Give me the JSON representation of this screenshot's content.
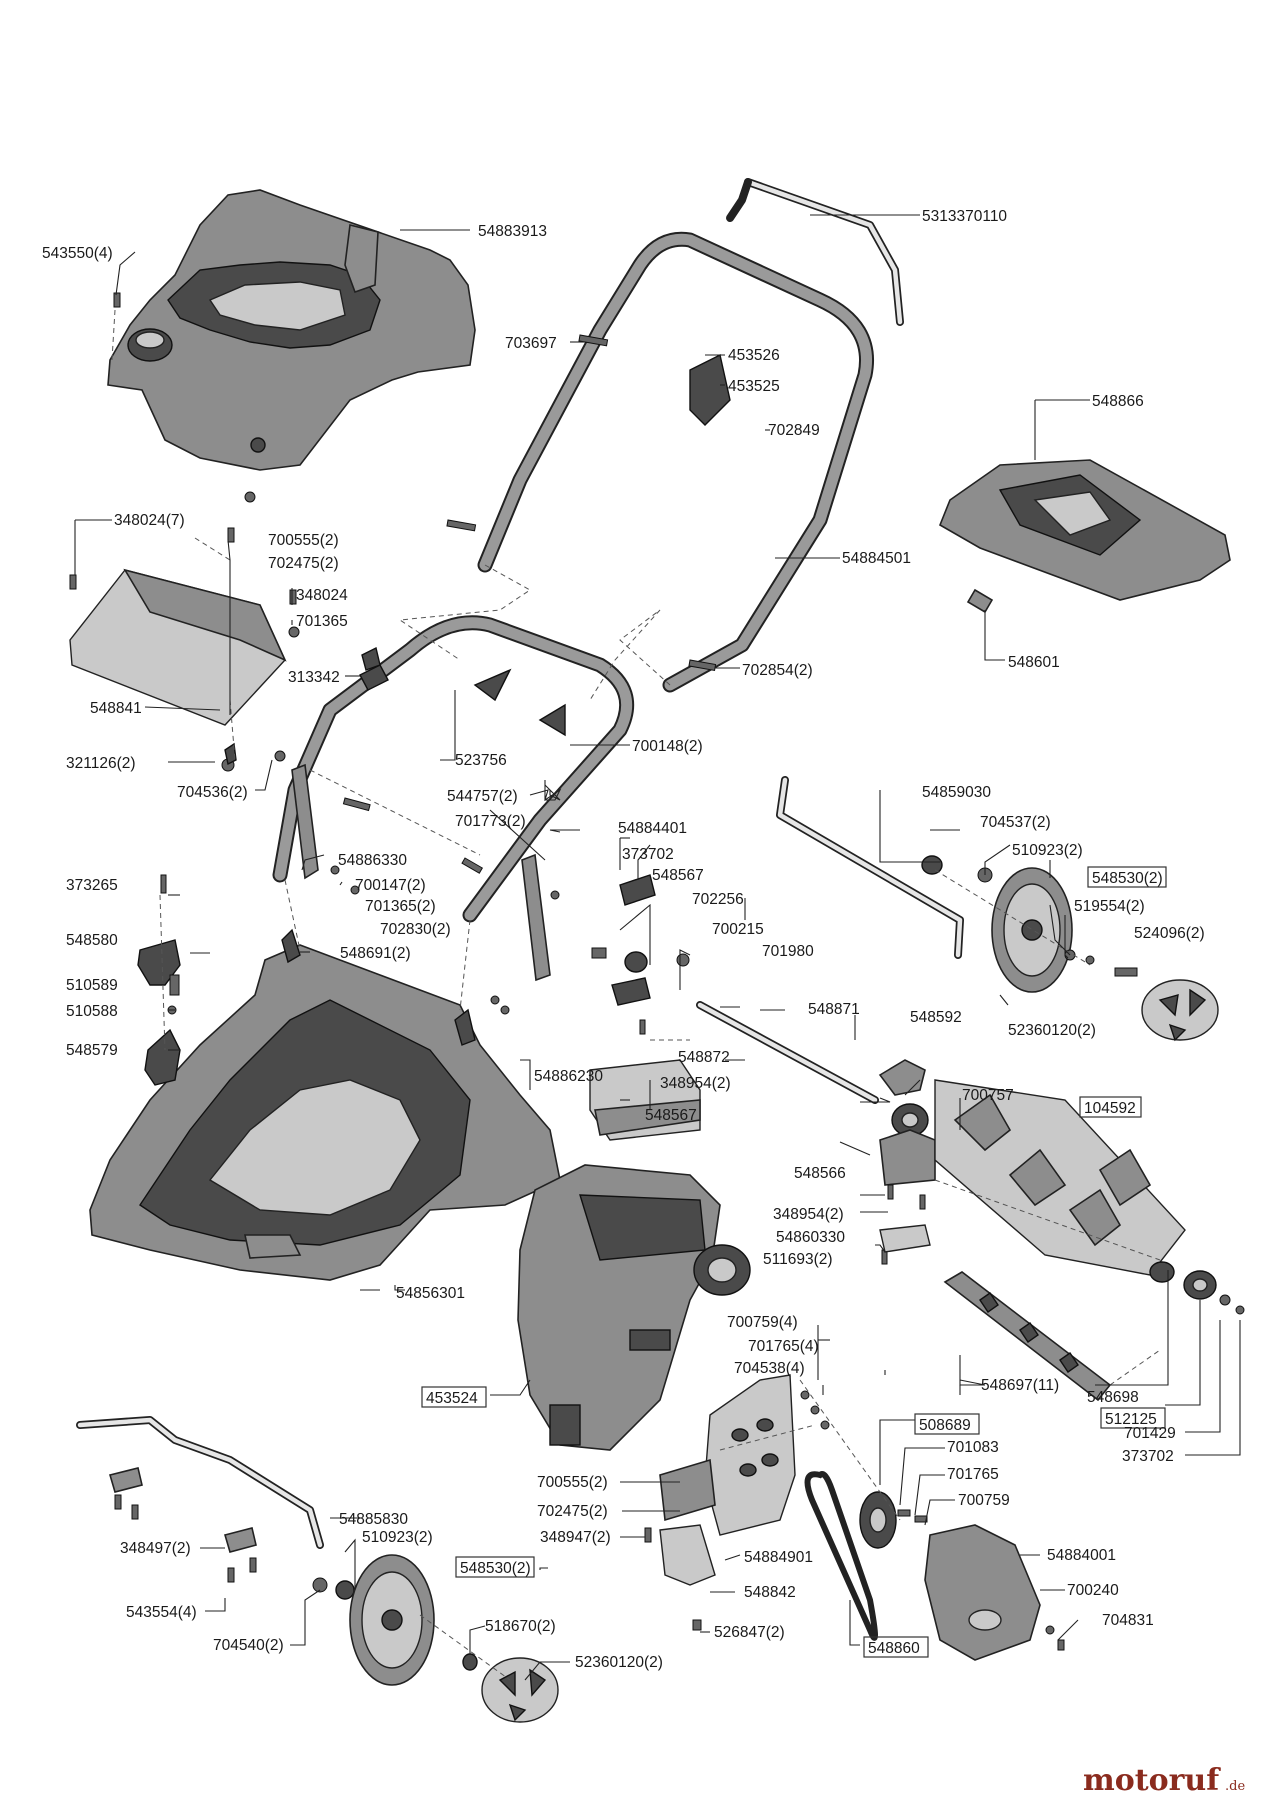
{
  "labels": {
    "l543550": "543550(4)",
    "l54883913": "54883913",
    "l5313370110": "5313370110",
    "l703697": "703697",
    "l453526": "453526",
    "l453525": "453525",
    "l702849": "702849",
    "l548866": "548866",
    "l348024_7": "348024(7)",
    "l700555_2a": "700555(2)",
    "l702475_2a": "702475(2)",
    "l348024": "348024",
    "l701365": "701365",
    "l54884501": "54884501",
    "l548601": "548601",
    "l313342": "313342",
    "l702854_2": "702854(2)",
    "l548841": "548841",
    "l523756": "523756",
    "l700148_2": "700148(2)",
    "l321126_2": "321126(2)",
    "l704536_2": "704536(2)",
    "l544757_2": "544757(2)",
    "l701773_2": "701773(2)",
    "l54859030": "54859030",
    "l54884401": "54884401",
    "l704537_2": "704537(2)",
    "l510923_2a": "510923(2)",
    "l548530_2a": "548530(2)",
    "l373702a": "373702",
    "l54886330": "54886330",
    "l373265": "373265",
    "l548567a": "548567",
    "l700147_2": "700147(2)",
    "l702256": "702256",
    "l701365_2": "701365(2)",
    "l702830_2": "702830(2)",
    "l519554_2": "519554(2)",
    "l524096_2": "524096(2)",
    "l548580": "548580",
    "l700215": "700215",
    "l548691_2": "548691(2)",
    "l701980": "701980",
    "l510589": "510589",
    "l548871": "548871",
    "l510588": "510588",
    "l548592": "548592",
    "l52360120_2a": "52360120(2)",
    "l548579": "548579",
    "l548872": "548872",
    "l54886230": "54886230",
    "l348954_2a": "348954(2)",
    "l700757": "700757",
    "l104592": "104592",
    "l548567b": "548567",
    "l548566": "548566",
    "l348954_2b": "348954(2)",
    "l54860330": "54860330",
    "l511693_2": "511693(2)",
    "l54856301": "54856301",
    "l700759_4": "700759(4)",
    "l701765_4": "701765(4)",
    "l704538_4": "704538(4)",
    "l548697_11": "548697(11)",
    "l548698": "548698",
    "l453524": "453524",
    "l512125": "512125",
    "l701429": "701429",
    "l373702b": "373702",
    "l508689": "508689",
    "l701083": "701083",
    "l701765": "701765",
    "l700759": "700759",
    "l700555_2b": "700555(2)",
    "l702475_2b": "702475(2)",
    "l54885830": "54885830",
    "l348947_2": "348947(2)",
    "l510923_2b": "510923(2)",
    "l54884901": "54884901",
    "l54884001": "54884001",
    "l348497_2": "348497(2)",
    "l548530_2b": "548530(2)",
    "l548842": "548842",
    "l700240": "700240",
    "l543554_4": "543554(4)",
    "l518670_2": "518670(2)",
    "l526847_2": "526847(2)",
    "l704831": "704831",
    "l704540_2": "704540(2)",
    "l548860": "548860",
    "l52360120_2b": "52360120(2)"
  },
  "watermark": {
    "brand": "motoruf",
    "suffix": ".de"
  },
  "colors": {
    "part_mid": "#8d8d8d",
    "part_dark": "#4a4a4a",
    "line": "#222222",
    "watermark": "#8a2b1e"
  }
}
